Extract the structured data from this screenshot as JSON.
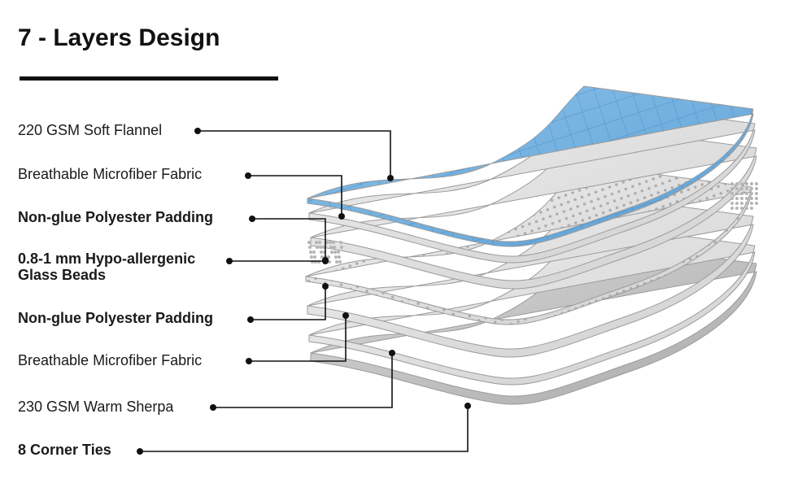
{
  "title": "7 - Layers Design",
  "labels": [
    {
      "text": "220 GSM Soft Flannel",
      "bold": false
    },
    {
      "text": "Breathable Microfiber Fabric",
      "bold": false
    },
    {
      "text": "Non-glue Polyester Padding",
      "bold": true
    },
    {
      "text": "0.8-1 mm Hypo-allergenic\nGlass Beads",
      "bold": true
    },
    {
      "text": "Non-glue Polyester Padding",
      "bold": true
    },
    {
      "text": "Breathable Microfiber Fabric",
      "bold": false
    },
    {
      "text": "230 GSM Warm Sherpa",
      "bold": false
    },
    {
      "text": "8 Corner Ties",
      "bold": true
    }
  ],
  "colors": {
    "flannel": "#7fb7e3",
    "flannel_dark": "#5a9fd4",
    "fabric": "#e4e4e4",
    "fabric_edge": "#a8a8a8",
    "beads": "#bdbdbd",
    "sherpa": "#d6d6d6",
    "leader": "#111111"
  }
}
